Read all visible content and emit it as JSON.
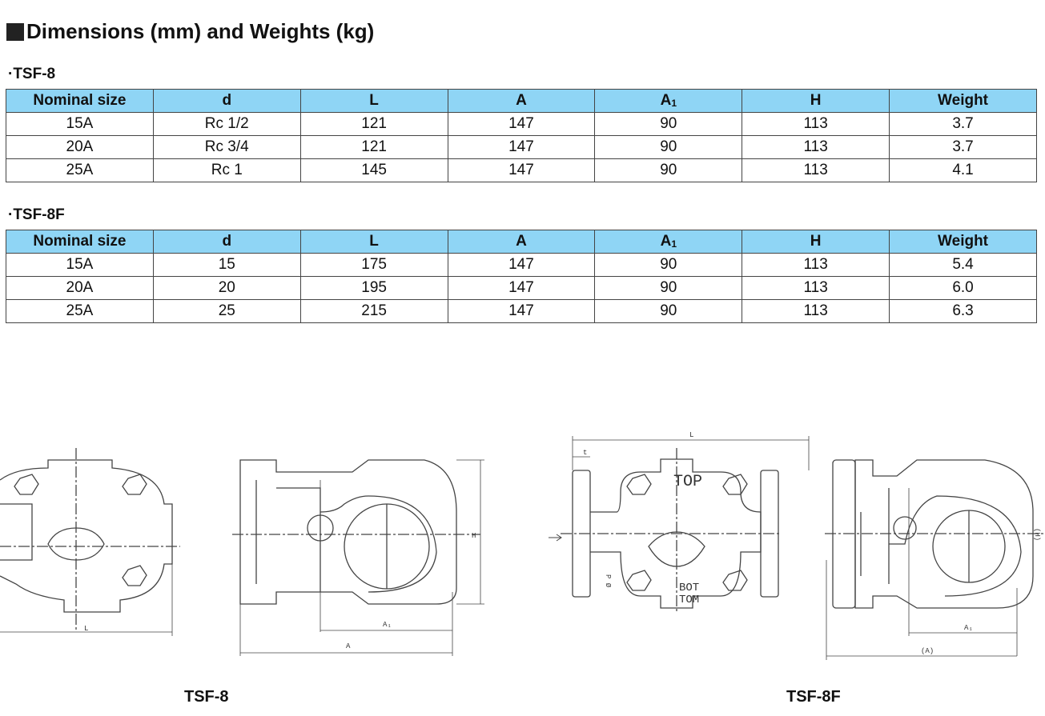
{
  "title": "Dimensions (mm) and Weights (kg)",
  "tables": [
    {
      "label": "·TSF-8",
      "headers": [
        "Nominal size",
        "d",
        "L",
        "A",
        "A",
        "H",
        "Weight"
      ],
      "header_subscript": "1",
      "rows": [
        [
          "15A",
          "Rc 1/2",
          "121",
          "147",
          "90",
          "113",
          "3.7"
        ],
        [
          "20A",
          "Rc 3/4",
          "121",
          "147",
          "90",
          "113",
          "3.7"
        ],
        [
          "25A",
          "Rc 1",
          "145",
          "147",
          "90",
          "113",
          "4.1"
        ]
      ]
    },
    {
      "label": "·TSF-8F",
      "headers": [
        "Nominal size",
        "d",
        "L",
        "A",
        "A",
        "H",
        "Weight"
      ],
      "header_subscript": "1",
      "rows": [
        [
          "15A",
          "15",
          "175",
          "147",
          "90",
          "113",
          "5.4"
        ],
        [
          "20A",
          "20",
          "195",
          "147",
          "90",
          "113",
          "6.0"
        ],
        [
          "25A",
          "25",
          "215",
          "147",
          "90",
          "113",
          "6.3"
        ]
      ]
    }
  ],
  "drawings": {
    "tsf8": {
      "caption": "TSF-8",
      "L": "L",
      "A1": "A₁",
      "A": "A",
      "H": "H"
    },
    "tsf8f": {
      "caption": "TSF-8F",
      "L": "L",
      "t": "t",
      "pd": "P Ø",
      "top": "TOP",
      "bot1": "BOT",
      "bot2": "TOM",
      "A1": "A₁",
      "A": "(A)",
      "H": "(H)"
    }
  },
  "colors": {
    "header_bg": "#8fd5f5"
  }
}
